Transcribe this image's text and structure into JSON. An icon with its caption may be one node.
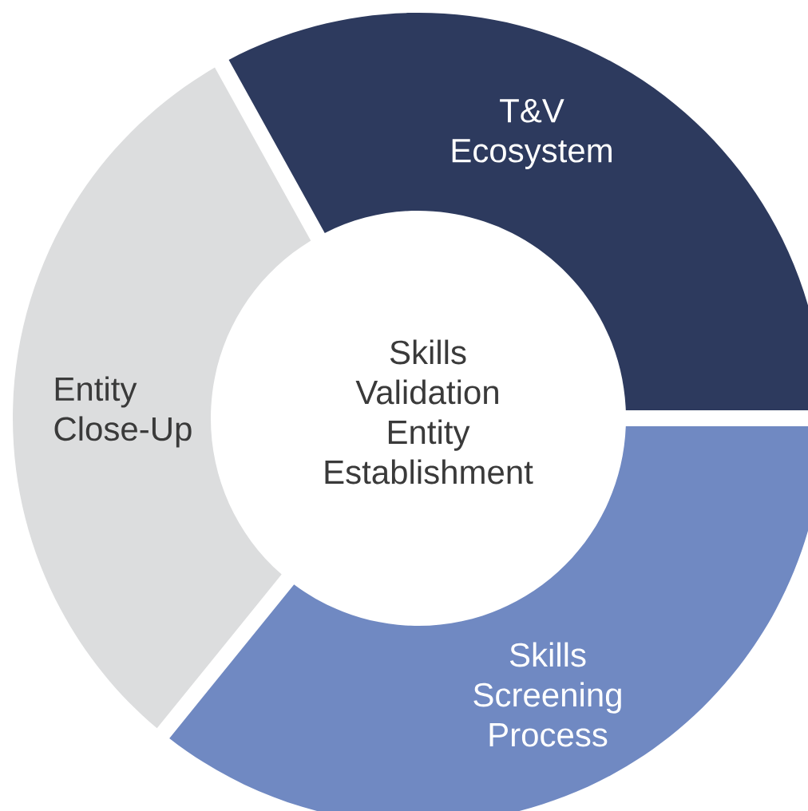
{
  "diagram": {
    "nodes": [
      {
        "text": [
          "T&V Ecosystem"
        ]
      },
      {
        "text": [
          "Entity Close-Up"
        ]
      },
      {
        "text": [
          "Skills Validation Entity Establishment"
        ]
      },
      {
        "text": [
          "Skills Screening Process"
        ]
      }
    ]
  }
}
